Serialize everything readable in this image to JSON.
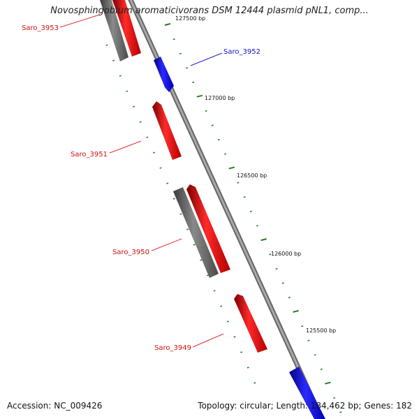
{
  "title": "Novosphingobium aromaticivorans DSM 12444 plasmid pNL1, comp...",
  "footer": {
    "accession": "Accession: NC_009426",
    "summary": "Topology: circular; Length: 184,462 bp; Genes: 182"
  },
  "colors": {
    "background": "#ffffff",
    "forward_gene": "#ee1111",
    "reverse_gene": "#1111ee",
    "other_feature": "#707070",
    "backbone": "#8a8a8a",
    "tick_marks": "#2a7a2a",
    "ruler_text": "#111111"
  },
  "ruler": {
    "labels": [
      "127500 bp",
      "127000 bp",
      "126500 bp",
      "126000 bp",
      "125500 bp"
    ]
  },
  "gene_labels": [
    {
      "name": "Saro_3953",
      "color": "#cc1111"
    },
    {
      "name": "Saro_3952",
      "color": "#1111cc"
    },
    {
      "name": "Saro_3951",
      "color": "#cc1111"
    },
    {
      "name": "Saro_3950",
      "color": "#cc1111"
    },
    {
      "name": "Saro_3949",
      "color": "#cc1111"
    }
  ]
}
